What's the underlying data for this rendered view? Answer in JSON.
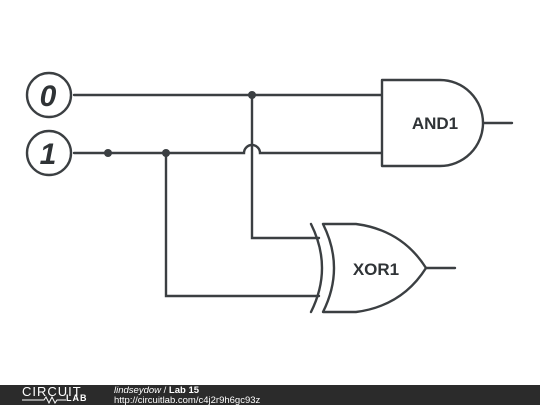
{
  "inputs": [
    {
      "value": "0"
    },
    {
      "value": "1"
    }
  ],
  "gates": {
    "and": {
      "label": "AND1"
    },
    "xor": {
      "label": "XOR1"
    }
  },
  "footer": {
    "logo_top": "CIRCUIT",
    "logo_bottom": "LAB",
    "author": "lindseydow",
    "separator": " / ",
    "title": "Lab 15",
    "url": "http://circuitlab.com/c4j2r9h6gc93z"
  },
  "colors": {
    "stroke": "#3b3f42",
    "footer_bg": "#2b2b2b"
  }
}
